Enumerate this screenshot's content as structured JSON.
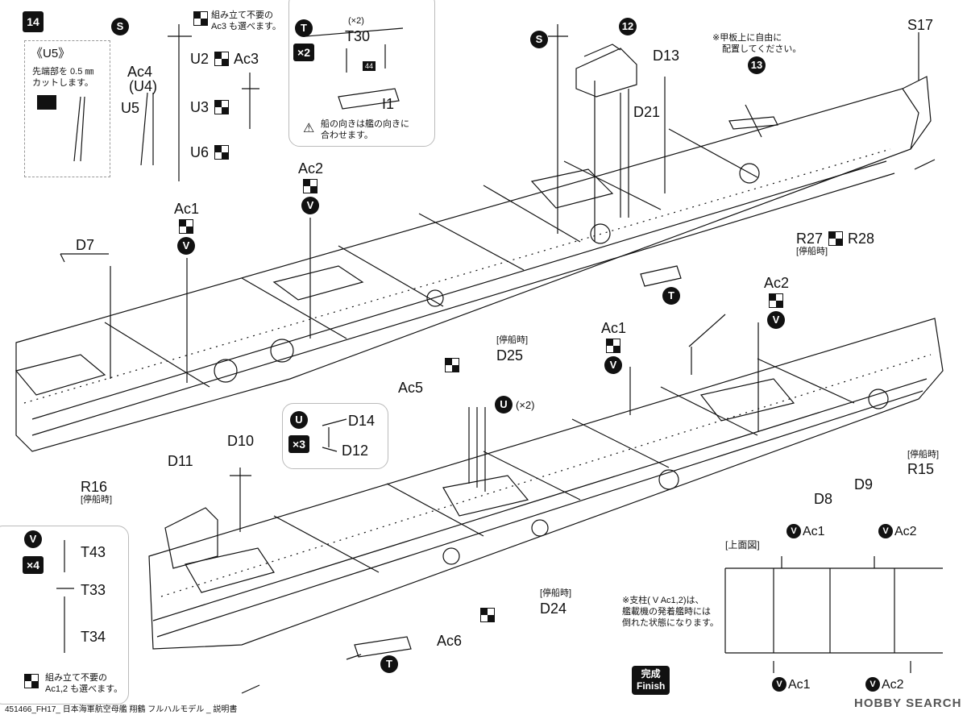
{
  "step": {
    "number": "14"
  },
  "detail_u5": {
    "title": "《U5》",
    "note_line1": "先端部を 0.5 ㎜",
    "note_line2": "カットします。"
  },
  "detail_s": {
    "badge": "S",
    "optional_note_line1": "組み立て不要の",
    "optional_note_line2": "Ac3 も選べます。",
    "parts": [
      "Ac4",
      "(U4)",
      "U5",
      "U2",
      "Ac3",
      "U3",
      "U6"
    ]
  },
  "detail_t": {
    "badge": "T",
    "multiplier": "×2",
    "count": "(×2)",
    "parts": [
      "T30",
      "I1"
    ],
    "number_tag": "44",
    "caution_line1": "船の向きは艦の向きに",
    "caution_line2": "合わせます。"
  },
  "upper_ship": {
    "parts": [
      "S17",
      "D13",
      "D21",
      "D7",
      "Ac1",
      "Ac2",
      "D25",
      "Ac5",
      "D10",
      "D11",
      "R16",
      "R27",
      "R28"
    ],
    "badges": [
      "S",
      "12",
      "13",
      "V",
      "V",
      "T"
    ],
    "anchored_note": "[停船時]",
    "deck_note_line1": "※甲板上に自由に",
    "deck_note_line2": "配置してください。"
  },
  "detail_u": {
    "badge": "U",
    "multiplier": "×3",
    "count": "(×2)",
    "parts": [
      "D14",
      "D12"
    ]
  },
  "lower_ship": {
    "parts": [
      "Ac1",
      "Ac2",
      "R15",
      "D9",
      "D8",
      "D24",
      "Ac6"
    ],
    "anchored_note": "[停船時]"
  },
  "detail_v": {
    "badge": "V",
    "multiplier": "×4",
    "parts": [
      "T43",
      "T33",
      "T34"
    ],
    "optional_note_line1": "組み立て不要の",
    "optional_note_line2": "Ac1,2 も選べます。"
  },
  "top_view": {
    "title": "[上面図]",
    "labels": [
      "Ac1",
      "Ac2",
      "Ac1",
      "Ac2"
    ],
    "note_line1": "※支柱( V Ac1,2)は、",
    "note_line2": "艦載機の発着艦時には",
    "note_line3": "倒れた状態になります。"
  },
  "finish": {
    "line1": "完成",
    "line2": "Finish"
  },
  "footer": {
    "caption": "451466_FH17_ 日本海軍航空母艦 翔鶴 フルハルモデル _ 説明書",
    "watermark": "HOBBY SEARCH"
  }
}
